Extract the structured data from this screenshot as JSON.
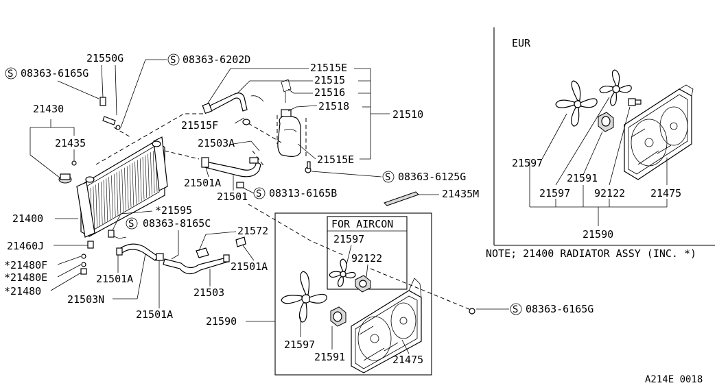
{
  "labels": {
    "p21550G": "21550G",
    "s0836362020": "08363-6202D",
    "s0836361650G": "08363-6165G",
    "p21430": "21430",
    "p21435": "21435",
    "p21515E_top": "21515E",
    "p21515": "21515",
    "p21516": "21516",
    "p21518": "21518",
    "p21510": "21510",
    "p21515F": "21515F",
    "p21503A": "21503A",
    "p21515E_bot": "21515E",
    "s0836361250G": "08363-6125G",
    "p21501A_1": "21501A",
    "s08313": "08313-6165B",
    "p21501": "21501",
    "p21435M": "21435M",
    "p21400": "21400",
    "p21595": "*21595",
    "s0836381650C": "08363-8165C",
    "p21572": "21572",
    "p21460J": "21460J",
    "p21480F": "*21480F",
    "p21480E": "*21480E",
    "p21480": "*21480",
    "p21501A_2": "21501A",
    "p21503N": "21503N",
    "p21501A_3": "21501A",
    "p21503": "21503",
    "p21501A_4": "21501A",
    "for_aircon": "FOR AIRCON",
    "p21597_ac": "21597",
    "p92122_ac": "92122",
    "p21590": "21590",
    "p21597_main": "21597",
    "p21591_main": "21591",
    "p21475_main": "21475",
    "s0836361650G_fan": "08363-6165G",
    "eur": "EUR",
    "eur_21597a": "21597",
    "eur_21591": "21591",
    "eur_21597b": "21597",
    "eur_92122": "92122",
    "eur_21475": "21475",
    "eur_21590": "21590",
    "note": "NOTE; 21400 RADIATOR ASSY (INC. *)",
    "code": "A214E 0018",
    "s_symbol": "S"
  }
}
